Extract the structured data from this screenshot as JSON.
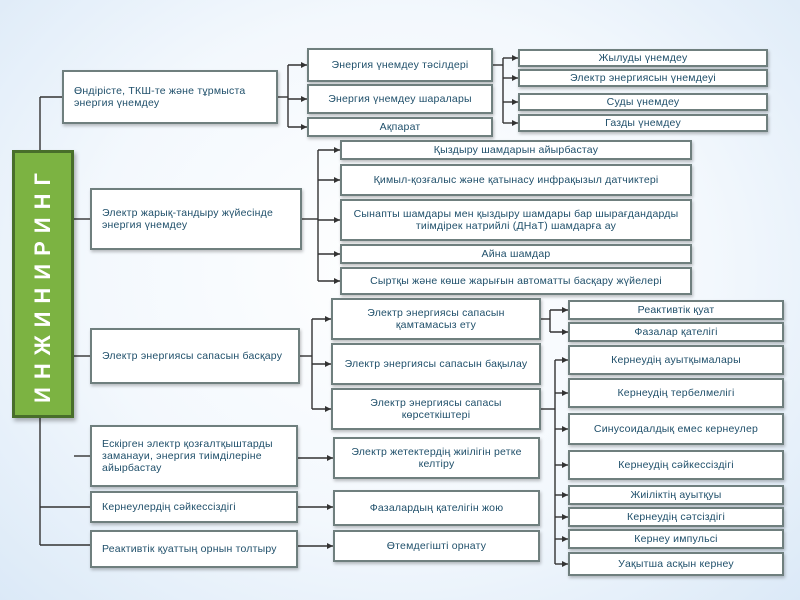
{
  "root": {
    "label": "ИНЖИНИРИНГ"
  },
  "sections": [
    {
      "label": "Өндірісте, ТКШ-те және тұрмыста энергия үнемдеу",
      "methods": [
        "Энергия үнемдеу тәсілдері",
        "Энергия үнемдеу шаралары",
        "Ақпарат"
      ],
      "items": [
        "Жылуды үнемдеу",
        "Электр энергиясын үнемдеуі",
        "Суды үнемдеу",
        "Газды үнемдеу"
      ]
    },
    {
      "label": "Электр жарық-тандыру жүйесінде энергия үнемдеу",
      "items": [
        "Қыздыру шамдарын айырбастау",
        "Қимыл-қозғалыс және қатынасу инфрақызыл датчиктері",
        "Сынапты шамдары мен қыздыру шамдары бар шырағдандарды тиімдірек натрийлі (ДНаТ) шамдарға ау",
        "Айна шамдар",
        "Сыртқы және көше жарығын автоматты басқару жүйелері"
      ]
    },
    {
      "label": "Электр энергиясы сапасын басқару",
      "methods": [
        "Электр энергиясы сапасын қамтамасыз ету",
        "Электр энергиясы сапасын бақылау",
        "Электр энергиясы сапасы көрсеткіштері"
      ],
      "ensure_items": [
        "Реактивтік қуат",
        "Фазалар қателігі"
      ],
      "indicator_items": [
        "Кернеудің ауытқымалары",
        "Кернеудің тербелмелігі",
        "Синусоидалдық емес кернеулер",
        "Кернеудің сәйкессіздігі",
        "Жиіліктің ауытқуы",
        "Кернеудің сәтсіздігі",
        "Кернеу импульсі",
        "Уақытша асқын кернеу"
      ]
    },
    {
      "label": "Ескірген электр қозғалтқыштарды заманауи, энергия тиімділеріне айырбастау",
      "action": "Электр жетектердің жиілігін ретке келтіру"
    },
    {
      "label": "Кернеулердің сәйкессіздігі",
      "action": "Фазалардың қателігін жою"
    },
    {
      "label": "Реактивтік қуаттың орнын толтыру",
      "action": "Өтемдегішті орнату"
    }
  ],
  "colors": {
    "root_fill": "#7cb342",
    "root_border": "#486e2a",
    "box_border": "#6f7f7e",
    "text": "#1f4f6a",
    "connector": "#333333"
  }
}
